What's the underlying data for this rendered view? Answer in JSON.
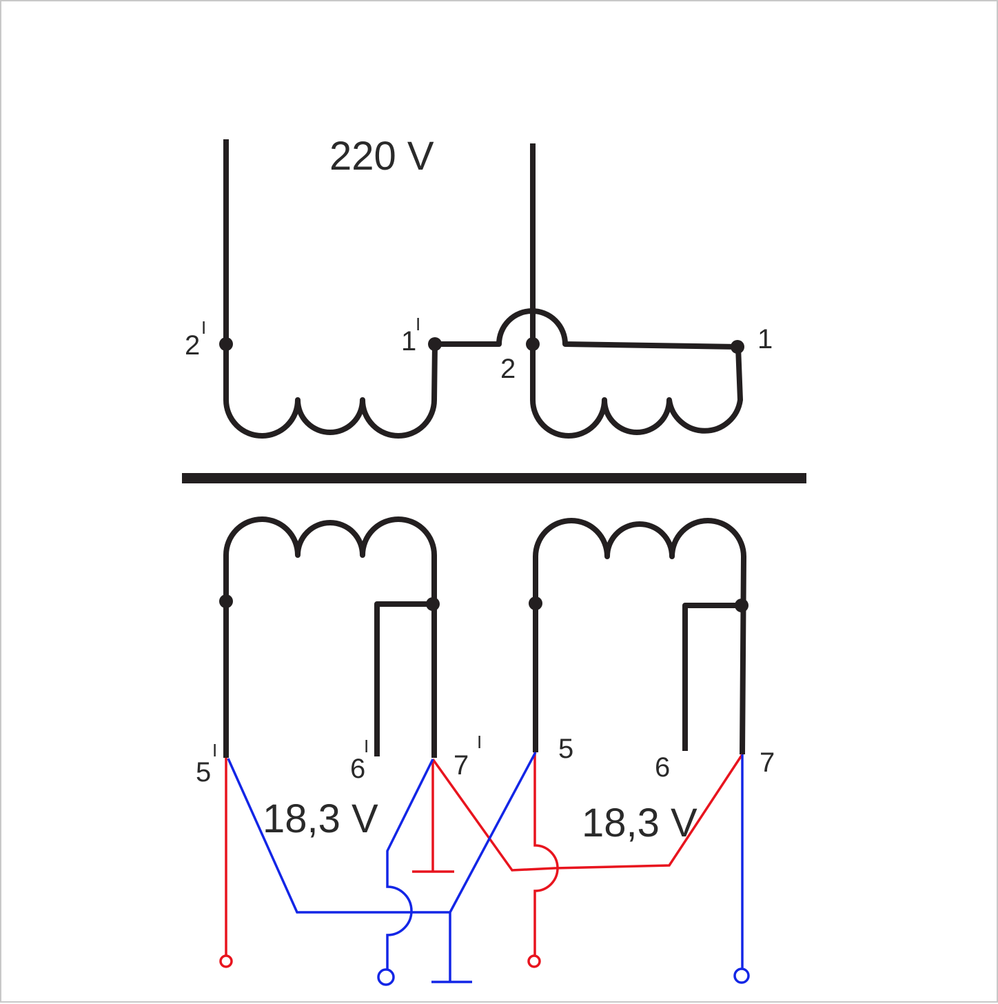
{
  "primary": {
    "voltage_label": "220 V",
    "terminals": {
      "t2p": "2",
      "t1p": "1",
      "t2": "2",
      "t1": "1"
    },
    "prime_mark": "I"
  },
  "secondary_left": {
    "voltage_label": "18,3 V",
    "terminals": {
      "t5p": "5",
      "t6p": "6",
      "t7p": "7"
    }
  },
  "secondary_right": {
    "voltage_label": "18,3 V",
    "terminals": {
      "t5": "5",
      "t6": "6",
      "t7": "7"
    }
  },
  "colors": {
    "winding": "#231f20",
    "red_wire": "#e8141e",
    "blue_wire": "#1326e6",
    "border": "#c8c8c8"
  }
}
